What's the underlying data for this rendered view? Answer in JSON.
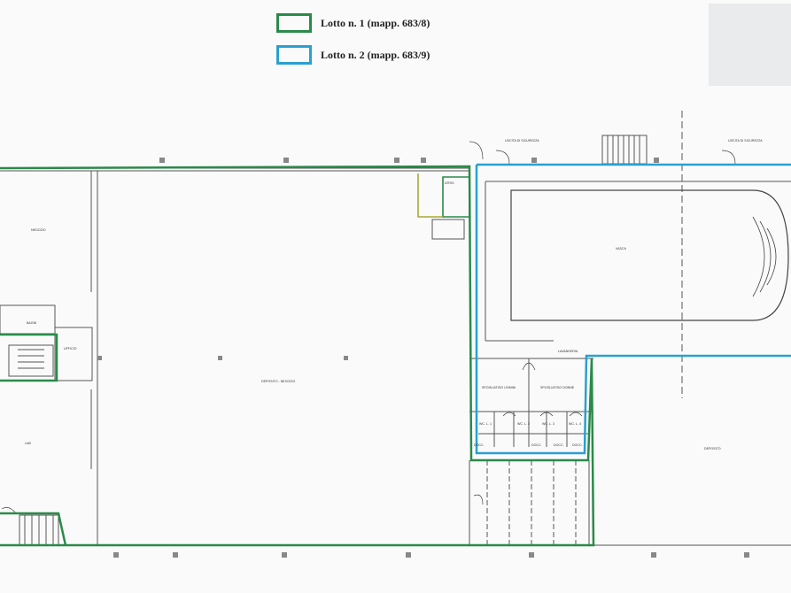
{
  "legend": {
    "items": [
      {
        "label": "Lotto n. 1 (mapp. 683/8)",
        "color": "#2a8a4a"
      },
      {
        "label": "Lotto n. 2 (mapp. 683/9)",
        "color": "#2aa0d0"
      }
    ]
  },
  "colors": {
    "lotto1": "#2a8a4a",
    "lotto2": "#2aa0d0",
    "walls": "#555555",
    "yellow_outline": "#a8a838"
  },
  "room_labels": {
    "deposito_negozio": "DEPOSITO - NEGOZIO",
    "vasca": "VASCA",
    "deposito_right": "DEPOSITO",
    "spogliatoio_uomini": "SPOGLIATOIO UOMINI",
    "spogliatoio_donne": "SPOGLIATOIO DONNE",
    "lavanderia": "LAVANDERIA",
    "ufficio": "UFFICIO",
    "negozio": "NEGOZIO",
    "uscita_sicurezza_1": "USCITA DI SICUREZZA",
    "uscita_sicurezza_2": "USCITA DI SICUREZZA",
    "wc_1": "WC. L. 1",
    "wc_2": "WC. L. 2",
    "wc_3": "WC. L. 3",
    "wc_4": "WC. L. 4",
    "doccia_1": "DOCC.",
    "doccia_2": "DOCC.",
    "doccia_3": "DOCC.",
    "doccia_4": "DOCC.",
    "bagni": "BAGNI",
    "laboratorio": "LAB",
    "atrio": "ATRIO"
  }
}
